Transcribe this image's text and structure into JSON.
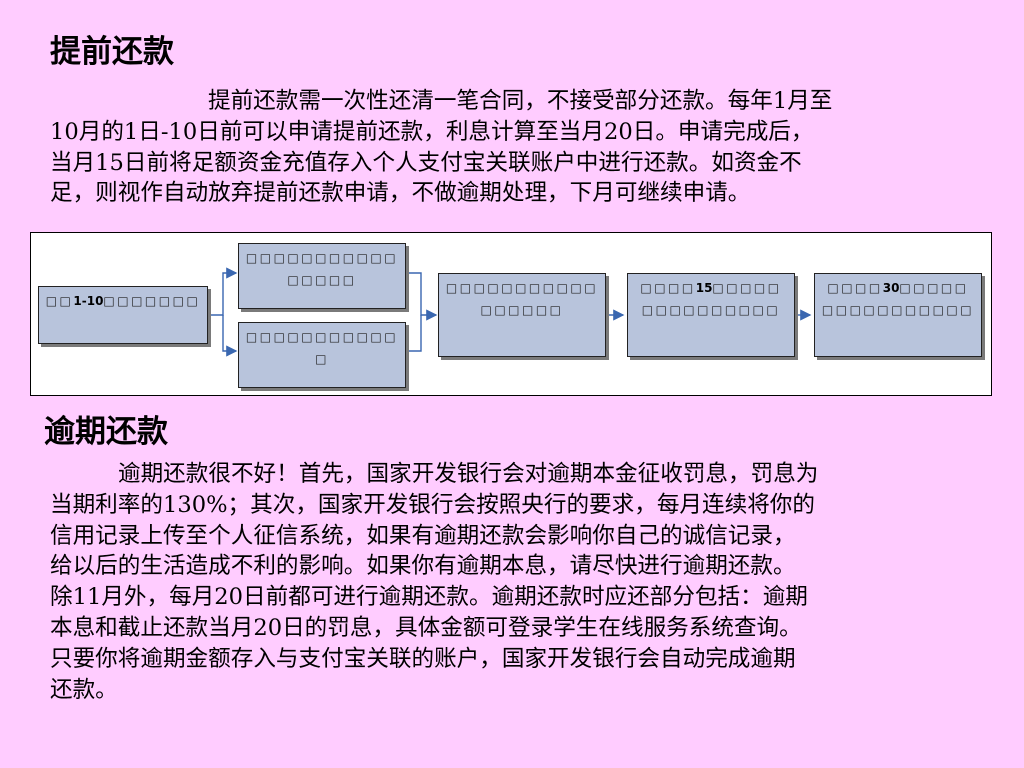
{
  "section1": {
    "title": "提前还款",
    "lines": [
      "提前还款需一次性还清一笔合同，不接受部分还款。每年1月至",
      "10月的1日-10日前可以申请提前还款，利息计算至当月20日。申请完成后，",
      "当月15日前将足额资金充值存入个人支付宝关联账户中进行还款。如资金不",
      "足，则视作自动放弃提前还款申请，不做逾期处理，下月可继续申请。"
    ]
  },
  "flowchart": {
    "nodes": [
      {
        "id": "n1",
        "label": "□□1-10□□□□□□□"
      },
      {
        "id": "n2",
        "label": "□□□□□□□□□□□□□□□□"
      },
      {
        "id": "n3",
        "label": "□□□□□□□□□□□□"
      },
      {
        "id": "n4",
        "label": "□□□□□□□□□□□□□□□□□"
      },
      {
        "id": "n5",
        "label": "□□□□15□□□□□□□□□□□□□□□"
      },
      {
        "id": "n6",
        "label": "□□□□30□□□□□□□□□□□□□□□□"
      }
    ]
  },
  "section2": {
    "title": "逾期还款",
    "lines": [
      "逾期还款很不好！首先，国家开发银行会对逾期本金征收罚息，罚息为",
      "当期利率的130%；其次，国家开发银行会按照央行的要求，每月连续将你的",
      "信用记录上传至个人征信系统，如果有逾期还款会影响你自己的诚信记录，",
      "给以后的生活造成不利的影响。如果你有逾期本息，请尽快进行逾期还款。",
      "除11月外，每月20日前都可进行逾期还款。逾期还款时应还部分包括：逾期",
      "本息和截止还款当月20日的罚息，具体金额可登录学生在线服务系统查询。",
      "只要你将逾期金额存入与支付宝关联的账户，国家开发银行会自动完成逾期",
      "还款。"
    ]
  }
}
